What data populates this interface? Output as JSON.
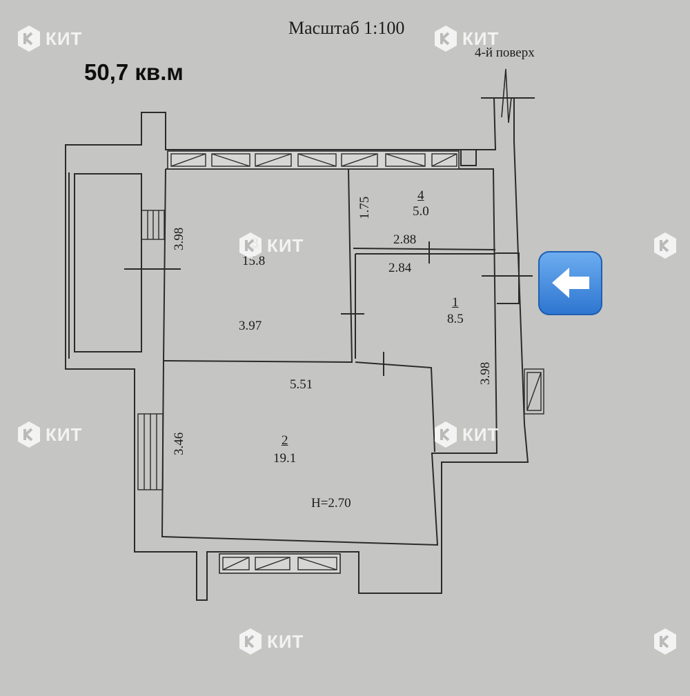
{
  "header": {
    "scale_label": "Масштаб 1:100",
    "floor_label": "4-й поверх",
    "total_area": "50,7 кв.м"
  },
  "rooms": [
    {
      "number": "1",
      "area": "8.5"
    },
    {
      "number": "2",
      "area": "19.1"
    },
    {
      "number": "3",
      "area": "15.8"
    },
    {
      "number": "4",
      "area": "5.0"
    }
  ],
  "dimensions": {
    "room3_height": "3.98",
    "room3_width": "3.97",
    "room4_height": "1.75",
    "room4_width": "2.88",
    "room1_width": "2.84",
    "room1_height": "3.98",
    "room2_width": "5.51",
    "room2_height": "3.46",
    "ceiling_height": "H=2.70"
  },
  "watermark": {
    "text": "КИТ",
    "color": "#fafafa"
  },
  "nav": {
    "back_icon": "left-arrow-icon",
    "accent": "#3b82d6"
  }
}
